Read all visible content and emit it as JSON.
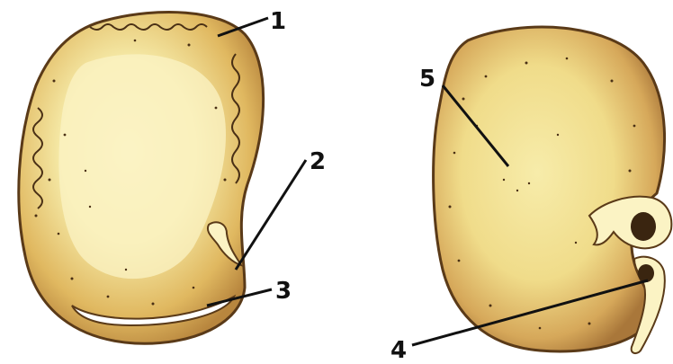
{
  "labels": {
    "n1": "1",
    "n2": "2",
    "n3": "3",
    "n4": "4",
    "n5": "5"
  },
  "colors": {
    "seed_dark": "#b8863e",
    "seed_mid": "#e0b860",
    "seed_light": "#f5e9a6",
    "inner_pale": "#fbf3c4",
    "outline": "#5a3a18",
    "speckle": "#4a3015",
    "leader": "#111111"
  }
}
